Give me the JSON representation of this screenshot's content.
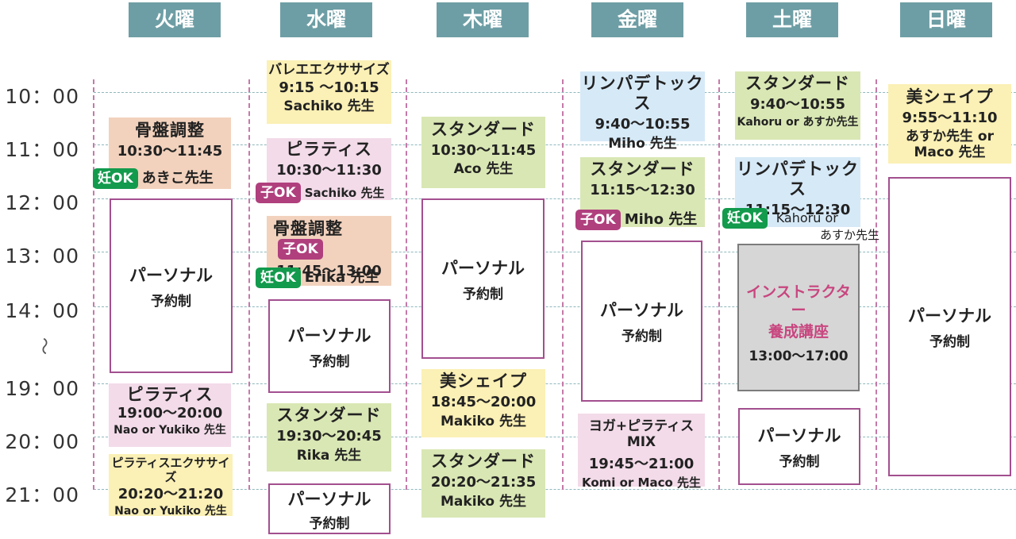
{
  "days": [
    "火曜",
    "水曜",
    "木曜",
    "金曜",
    "土曜",
    "日曜"
  ],
  "times": [
    "10：00",
    "11：00",
    "12：00",
    "13：00",
    "14：00",
    "19：00",
    "20：00",
    "21：00"
  ],
  "time_break": "〜",
  "badges": {
    "pregnant_ok": "妊OK",
    "child_ok": "子OK"
  },
  "personal": {
    "title": "パーソナル",
    "sub": "予約制"
  },
  "tue": {
    "c1": {
      "title": "骨盤調整",
      "time": "10:30～11:45",
      "instructor": "あきこ先生"
    },
    "c2": {
      "title": "ピラティス",
      "time": "19:00～20:00",
      "instructor": "Nao or Yukiko 先生"
    },
    "c3": {
      "title": "ピラティスエクササイズ",
      "time": "20:20～21:20",
      "instructor": "Nao or Yukiko 先生"
    }
  },
  "wed": {
    "c1": {
      "title": "バレエエクササイズ",
      "time": "9:15 ～10:15",
      "instructor": "Sachiko 先生"
    },
    "c2": {
      "title": "ピラティス",
      "time": "10:30～11:30",
      "instructor": "Sachiko 先生"
    },
    "c3": {
      "title": "骨盤調整",
      "time": "11:45～13:00",
      "instructor": "Erika 先生"
    },
    "c4": {
      "title": "スタンダード",
      "time": "19:30～20:45",
      "instructor": "Rika 先生"
    }
  },
  "thu": {
    "c1": {
      "title": "スタンダード",
      "time": "10:30～11:45",
      "instructor": "Aco 先生"
    },
    "c2": {
      "title": "美シェイプ",
      "time": "18:45～20:00",
      "instructor": "Makiko 先生"
    },
    "c3": {
      "title": "スタンダード",
      "time": "20:20～21:35",
      "instructor": "Makiko 先生"
    }
  },
  "fri": {
    "c1": {
      "title": "リンパデトックス",
      "time": "9:40～10:55",
      "instructor": "Miho 先生"
    },
    "c2": {
      "title": "スタンダード",
      "time": "11:15～12:30",
      "instructor": "Miho 先生"
    },
    "c3": {
      "title": "ヨガ+ピラティスMIX",
      "time": "19:45～21:00",
      "instructor": "Komi or Maco 先生"
    }
  },
  "sat": {
    "c1": {
      "title": "スタンダード",
      "time": "9:40～10:55",
      "instructor": "Kahoru or あすか先生"
    },
    "c2": {
      "title": "リンパデトックス",
      "time": "11:15～12:30",
      "instructor_1": "Kahoru or",
      "instructor_2": "あすか先生"
    },
    "training": {
      "title_1": "インストラクター",
      "title_2": "養成講座",
      "time": "13:00～17:00"
    }
  },
  "sun": {
    "c1": {
      "title": "美シェイプ",
      "time": "9:55～11:10",
      "instructor_1": "あすか先生 or",
      "instructor_2": "Maco 先生"
    }
  },
  "colors": {
    "header": "#6e9ea5",
    "pink": "#f3dbe9",
    "peach": "#f2d2bd",
    "yellow": "#fbf0b5",
    "green": "#d9e7b4",
    "blue": "#d6e9f7",
    "gray": "#d6d6d6",
    "personal_border": "#a34f8f",
    "badge_green": "#129a4d",
    "badge_pink": "#b03f7d",
    "training_text": "#c8467f"
  }
}
